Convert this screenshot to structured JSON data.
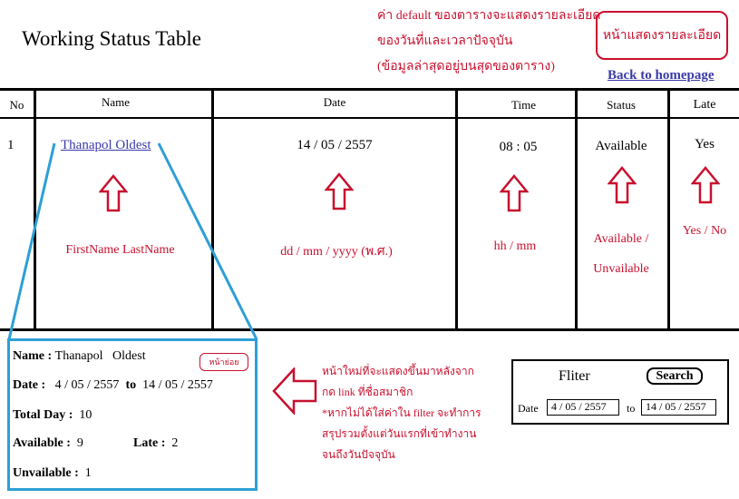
{
  "header": {
    "title": "Working Status Table",
    "note_lines": [
      "ค่า default ของตารางจะแสดงรายละเอียด",
      "ของวันที่และเวลาปัจจุบัน",
      "(ข้อมูลล่าสุดอยู่บนสุดของตาราง)"
    ],
    "detail_box_label": "หน้าแสดงรายละเอียด",
    "back_link": "Back to homepage"
  },
  "table": {
    "columns": [
      "No",
      "Name",
      "Date",
      "Time",
      "Status",
      "Late"
    ],
    "row": {
      "no": "1",
      "name": "Thanapol Oldest",
      "date": "14 / 05 / 2557",
      "time": "08 : 05",
      "status": "Available",
      "late": "Yes"
    },
    "hints": {
      "name": "FirstName LastName",
      "date": "dd / mm / yyyy (พ.ศ.)",
      "time": "hh / mm",
      "status_line1": "Available /",
      "status_line2": "Unvailable",
      "late": "Yes / No"
    }
  },
  "popup": {
    "badge": "หน้าย่อย",
    "name_label": "Name :",
    "name_value": "Thanapol   Oldest",
    "date_label": "Date :",
    "date_from": "4 / 05 / 2557",
    "to_label": "to",
    "date_to": "14 / 05 / 2557",
    "total_label": "Total Day :",
    "total_value": "10",
    "available_label": "Available :",
    "available_value": "9",
    "late_label": "Late :",
    "late_value": "2",
    "unavailable_label": "Unvailable :",
    "unavailable_value": "1"
  },
  "popup_note_lines": [
    "หน้าใหม่ที่จะแสดงขึ้นมาหลังจาก",
    "กด link ที่ชื่อสมาชิก",
    "*หากไม่ได้ใส่ค่าใน filter จะทำการ",
    "สรุปรวมตั้งแต่วันแรกที่เข้าทำงาน",
    "จนถึงวันปัจจุบัน"
  ],
  "filter": {
    "title": "Fliter",
    "search_label": "Search",
    "date_label": "Date",
    "from_value": "4 / 05 / 2557",
    "to_label": "to",
    "to_value": "14 / 05 / 2557"
  },
  "colors": {
    "annotation_red": "#c8102e",
    "link_blue": "#3a3aa8",
    "popup_border": "#2e9fd6"
  }
}
